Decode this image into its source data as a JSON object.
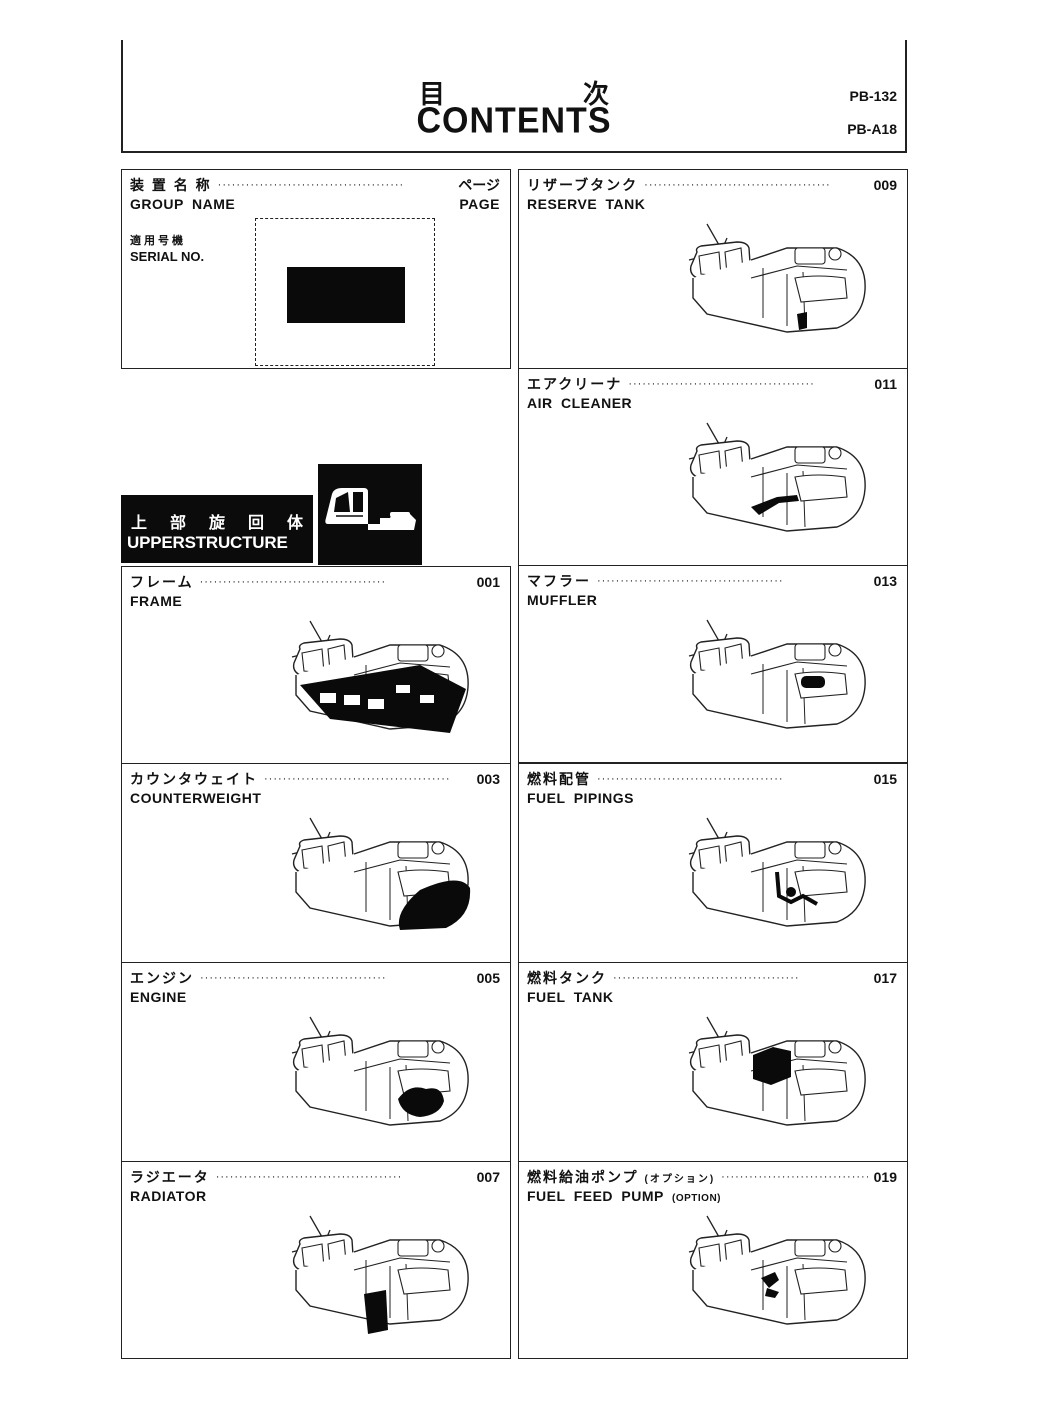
{
  "header": {
    "title_jp": [
      "目",
      "次"
    ],
    "title_en": "CONTENTS",
    "doc_code_1": "PB-132",
    "doc_code_2": "PB-A18"
  },
  "key": {
    "group_name_jp": "装 置 名 称",
    "group_name_en": "GROUP NAME",
    "page_jp": "ページ",
    "page_en": "PAGE",
    "serial_jp": "適用号機",
    "serial_en": "SERIAL NO.",
    "dots": "········································"
  },
  "section": {
    "label_jp": [
      "上",
      "部",
      "旋",
      "回",
      "体"
    ],
    "label_en": "UPPERSTRUCTURE",
    "icon": "excavator-upperstructure-icon"
  },
  "items": [
    {
      "jp": "フレーム",
      "en": "FRAME",
      "page": "001",
      "highlight": "frame"
    },
    {
      "jp": "カウンタウェイト",
      "en": "COUNTERWEIGHT",
      "page": "003",
      "highlight": "counterweight"
    },
    {
      "jp": "エンジン",
      "en": "ENGINE",
      "page": "005",
      "highlight": "engine"
    },
    {
      "jp": "ラジエータ",
      "en": "RADIATOR",
      "page": "007",
      "highlight": "radiator"
    },
    {
      "jp": "リザーブタンク",
      "en": "RESERVE TANK",
      "page": "009",
      "highlight": "reserve-tank"
    },
    {
      "jp": "エアクリーナ",
      "en": "AIR CLEANER",
      "page": "011",
      "highlight": "air-cleaner"
    },
    {
      "jp": "マフラー",
      "en": "MUFFLER",
      "page": "013",
      "highlight": "muffler"
    },
    {
      "jp": "燃料配管",
      "en": "FUEL PIPINGS",
      "page": "015",
      "highlight": "fuel-pipings"
    },
    {
      "jp": "燃料タンク",
      "en": "FUEL TANK",
      "page": "017",
      "highlight": "fuel-tank"
    },
    {
      "jp": "燃料給油ポンプ",
      "jp_suffix": "(オプション)",
      "en": "FUEL FEED PUMP",
      "en_suffix": "(OPTION)",
      "page": "019",
      "highlight": "fuel-feed-pump"
    }
  ]
}
